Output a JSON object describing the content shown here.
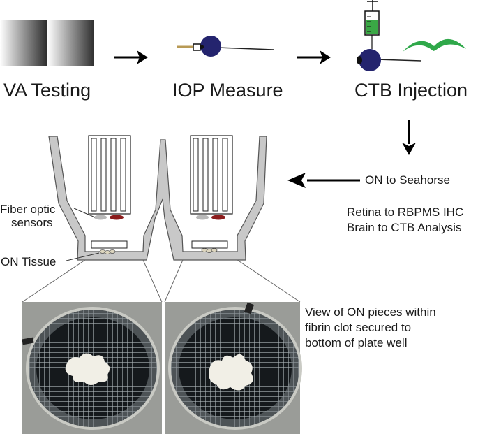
{
  "steps": {
    "va_testing": "VA Testing",
    "iop_measure": "IOP Measure",
    "ctb_injection": "CTB Injection"
  },
  "outputs": {
    "on_to_seahorse": "ON to Seahorse",
    "retina": "Retina to RBPMS IHC",
    "brain": "Brain to CTB Analysis"
  },
  "labels": {
    "fiber_optic_line1": "Fiber optic",
    "fiber_optic_line2": "sensors",
    "on_tissue": "ON Tissue"
  },
  "caption": {
    "line1": "View of ON pieces within",
    "line2": "fibrin clot secured to",
    "line3": "bottom of plate well"
  },
  "colors": {
    "eye_blue": "#24246e",
    "syringe_green": "#3aa845",
    "gull_green": "#2fa84a",
    "well_gray": "#c8c8c8",
    "sensor_red": "#8b1c1c",
    "sensor_gray": "#b8b8b8"
  }
}
